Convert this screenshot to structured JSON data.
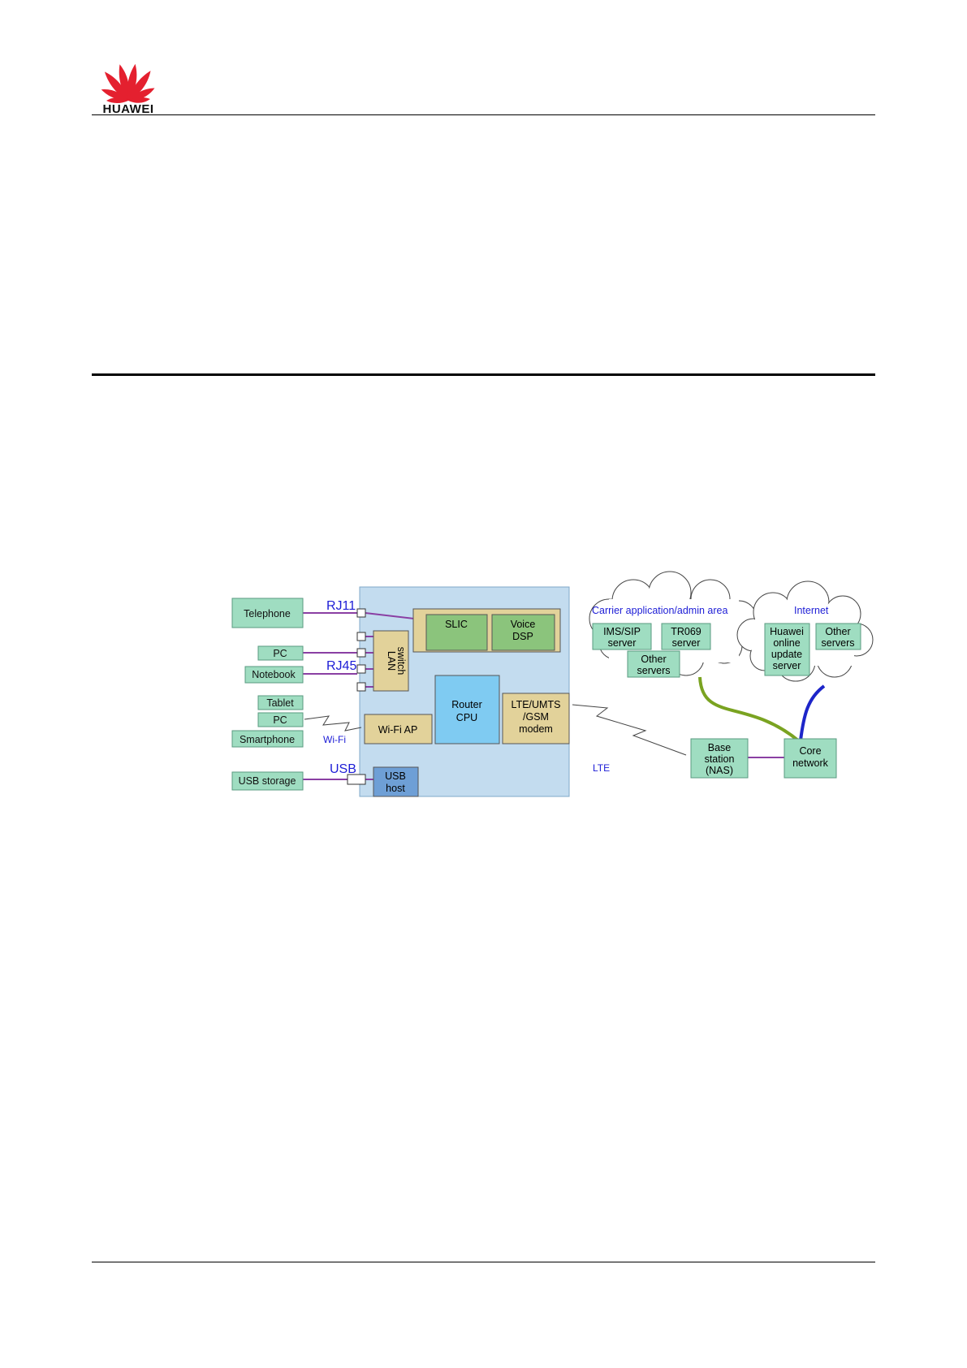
{
  "header": {
    "brand": "HUAWEI",
    "logo_color": "#e4202f"
  },
  "diagram": {
    "colors": {
      "device_panel": "#c3dcef",
      "client_box": "#9fddc1",
      "component_box": "#e2d29a",
      "green_box": "#8bc47c",
      "cpu_box": "#7fcbf2",
      "usb_box": "#6e9fd6",
      "cloud_box": "#9fddc1",
      "connector": "#8a3fa3",
      "port_label": "#1d1dd6",
      "green_link": "#7aa321",
      "blue_link": "#1d25c9"
    },
    "clients": {
      "telephone": "Telephone",
      "pc_wired": "PC",
      "notebook": "Notebook",
      "tablet": "Tablet",
      "pc_wifi": "PC",
      "smartphone": "Smartphone",
      "usb_storage": "USB storage"
    },
    "ports": {
      "rj11": "RJ11",
      "rj45": "RJ45",
      "usb": "USB",
      "wifi": "Wi-Fi",
      "lte": "LTE"
    },
    "device": {
      "slic": "SLIC",
      "voice_dsp": [
        "Voice",
        "DSP"
      ],
      "lan_switch": [
        "LAN",
        "switch"
      ],
      "router_cpu": [
        "Router",
        "CPU"
      ],
      "modem": [
        "LTE/UMTS",
        "/GSM",
        "modem"
      ],
      "wifi_ap": "Wi-Fi AP",
      "usb_host": [
        "USB",
        "host"
      ]
    },
    "carrier": {
      "title": "Carrier application/admin area",
      "ims": [
        "IMS/SIP",
        "server"
      ],
      "tr069": [
        "TR069",
        "server"
      ],
      "other": [
        "Other",
        "servers"
      ]
    },
    "internet": {
      "title": "Internet",
      "huawei": [
        "Huawei",
        "online",
        "update",
        "server"
      ],
      "other": [
        "Other",
        "servers"
      ]
    },
    "network": {
      "base_station": [
        "Base",
        "station",
        "(NAS)"
      ],
      "core": [
        "Core",
        "network"
      ]
    }
  }
}
